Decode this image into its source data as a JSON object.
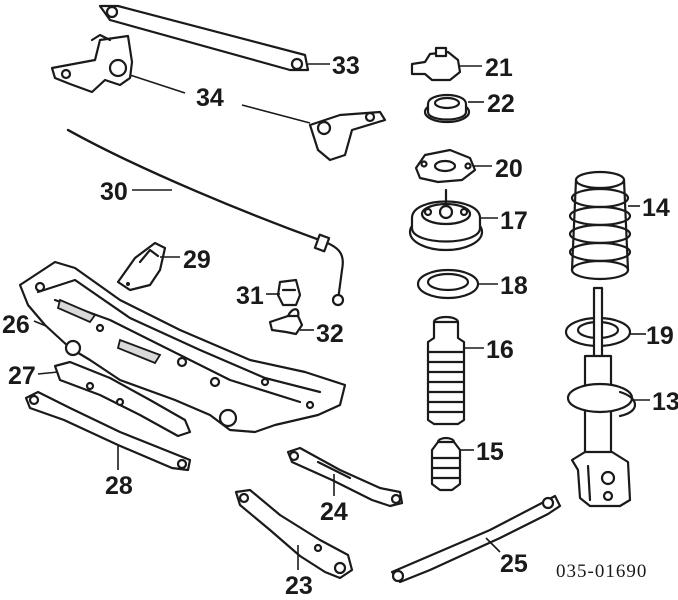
{
  "callouts": {
    "c13": "13",
    "c14": "14",
    "c15": "15",
    "c16": "16",
    "c17": "17",
    "c18": "18",
    "c19": "19",
    "c20": "20",
    "c21": "21",
    "c22": "22",
    "c23": "23",
    "c24": "24",
    "c25": "25",
    "c26": "26",
    "c27": "27",
    "c28": "28",
    "c29": "29",
    "c30": "30",
    "c31": "31",
    "c32": "32",
    "c33": "33",
    "c34": "34"
  },
  "diagram_code": "035-01690"
}
